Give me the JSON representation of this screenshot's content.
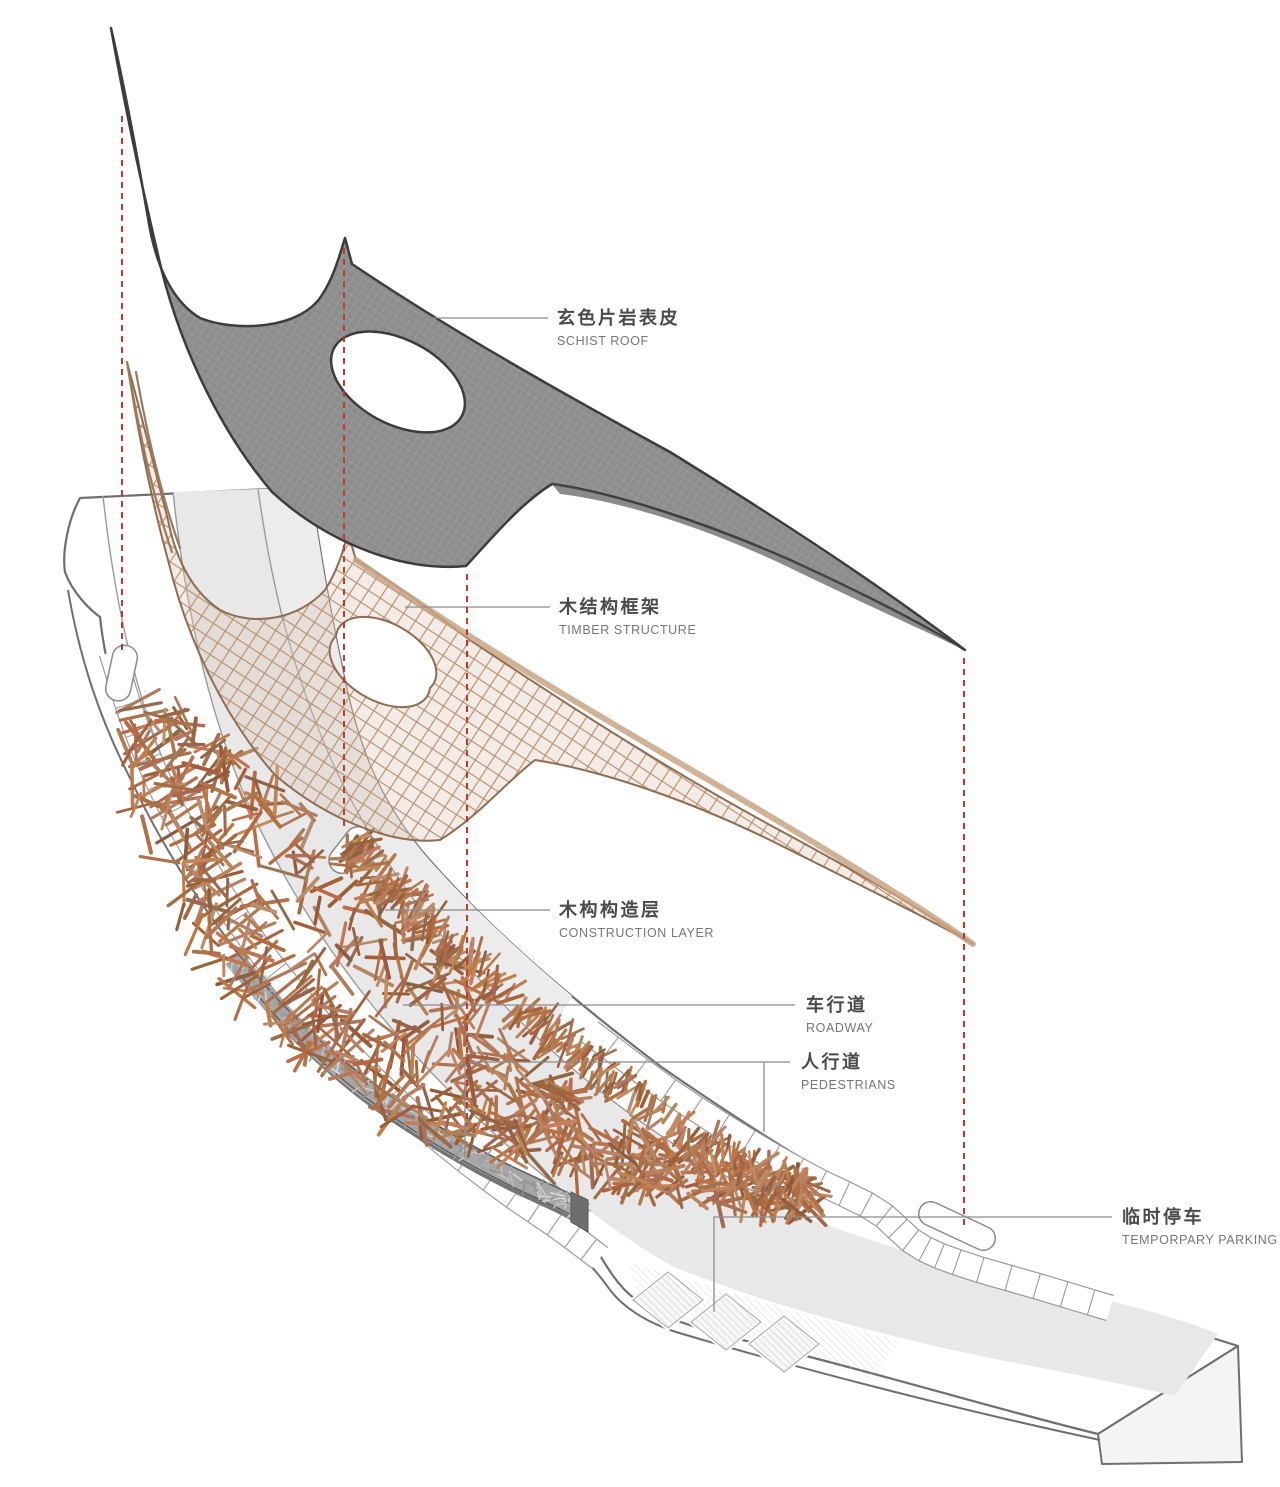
{
  "page": {
    "type": "architectural exploded axonometric diagram",
    "background": "#ffffff"
  },
  "labels": {
    "schist_roof": {
      "cn": "玄色片岩表皮",
      "en": "SCHIST ROOF"
    },
    "timber_structure": {
      "cn": "木结构框架",
      "en": "TIMBER STRUCTURE"
    },
    "construction_layer": {
      "cn": "木构构造层",
      "en": "CONSTRUCTION LAYER"
    },
    "roadway": {
      "cn": "车行道",
      "en": "ROADWAY"
    },
    "pedestrians": {
      "cn": "人行道",
      "en": "PEDESTRIANS"
    },
    "temporary_parking": {
      "cn": "临时停车",
      "en": "TEMPORPARY PARKING"
    }
  },
  "colors": {
    "reference_line_red": "#c23b2a",
    "leader_line_gray": "#8c8c8c",
    "label_cn_color": "#4a4a4a",
    "label_en_color": "#767676",
    "roof_gray": "#8d8d8d",
    "roof_outline": "#3c3c3c",
    "timber_tan": "#b7906f",
    "construction_brown": "#a3754e",
    "base_outline": "#6f6f6f",
    "road_gray": "#e8e8e8",
    "stone_wall_gray": "#a6a6a6"
  }
}
